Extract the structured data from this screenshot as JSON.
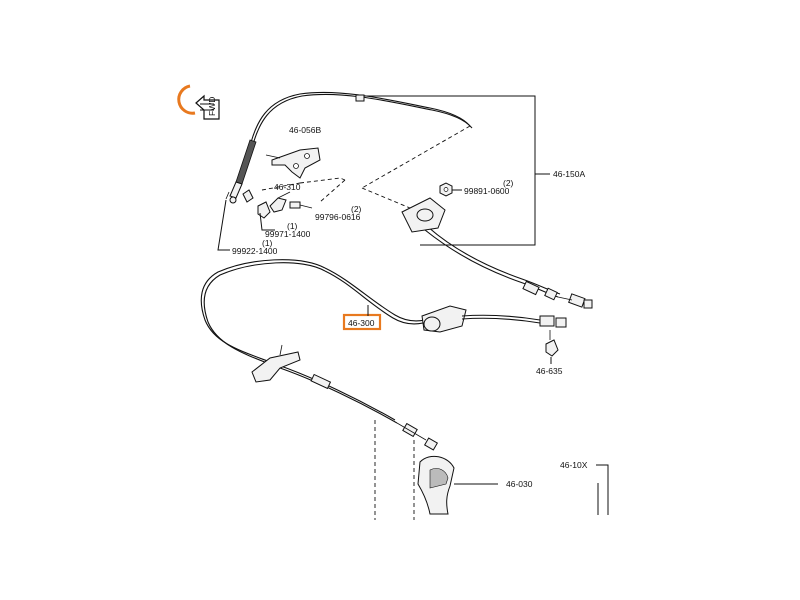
{
  "colors": {
    "highlight": "#e8791f",
    "line": "#111111",
    "background": "#ffffff"
  },
  "fwd_marker": {
    "label": "FWD",
    "icon": "fwd-arrow-icon"
  },
  "parts": [
    {
      "id": "p-46-056b",
      "label": "46-056B"
    },
    {
      "id": "p-46-310",
      "label": "46-310"
    },
    {
      "id": "p-99971-qty",
      "label": "(1)"
    },
    {
      "id": "p-99971",
      "label": "99971-1400"
    },
    {
      "id": "p-99922-qty",
      "label": "(1)"
    },
    {
      "id": "p-99922",
      "label": "99922-1400"
    },
    {
      "id": "p-99796-qty",
      "label": "(2)"
    },
    {
      "id": "p-99796",
      "label": "99796-0616"
    },
    {
      "id": "p-99891-qty",
      "label": "(2)"
    },
    {
      "id": "p-99891",
      "label": "99891-0600"
    },
    {
      "id": "p-46-150a",
      "label": "46-150A"
    },
    {
      "id": "p-46-300",
      "label": "46-300"
    },
    {
      "id": "p-46-635",
      "label": "46-635"
    },
    {
      "id": "p-46-10x",
      "label": "46-10X"
    },
    {
      "id": "p-46-030",
      "label": "46-030"
    }
  ]
}
